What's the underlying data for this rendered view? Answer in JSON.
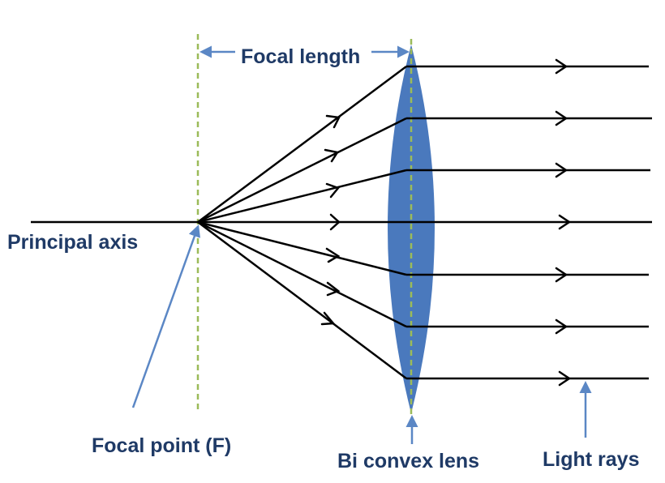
{
  "labels": {
    "focal_length": "Focal length",
    "principal_axis": "Principal axis",
    "focal_point": "Focal point (F)",
    "lens": "Bi convex lens",
    "light_rays": "Light rays"
  },
  "colors": {
    "lens_fill": "#4a79bd",
    "focal_dash": "#9bbb59",
    "pointer_arrow": "#5b87c5",
    "ray": "#000000",
    "label_text": "#1f3a66"
  },
  "ray_count": 7
}
